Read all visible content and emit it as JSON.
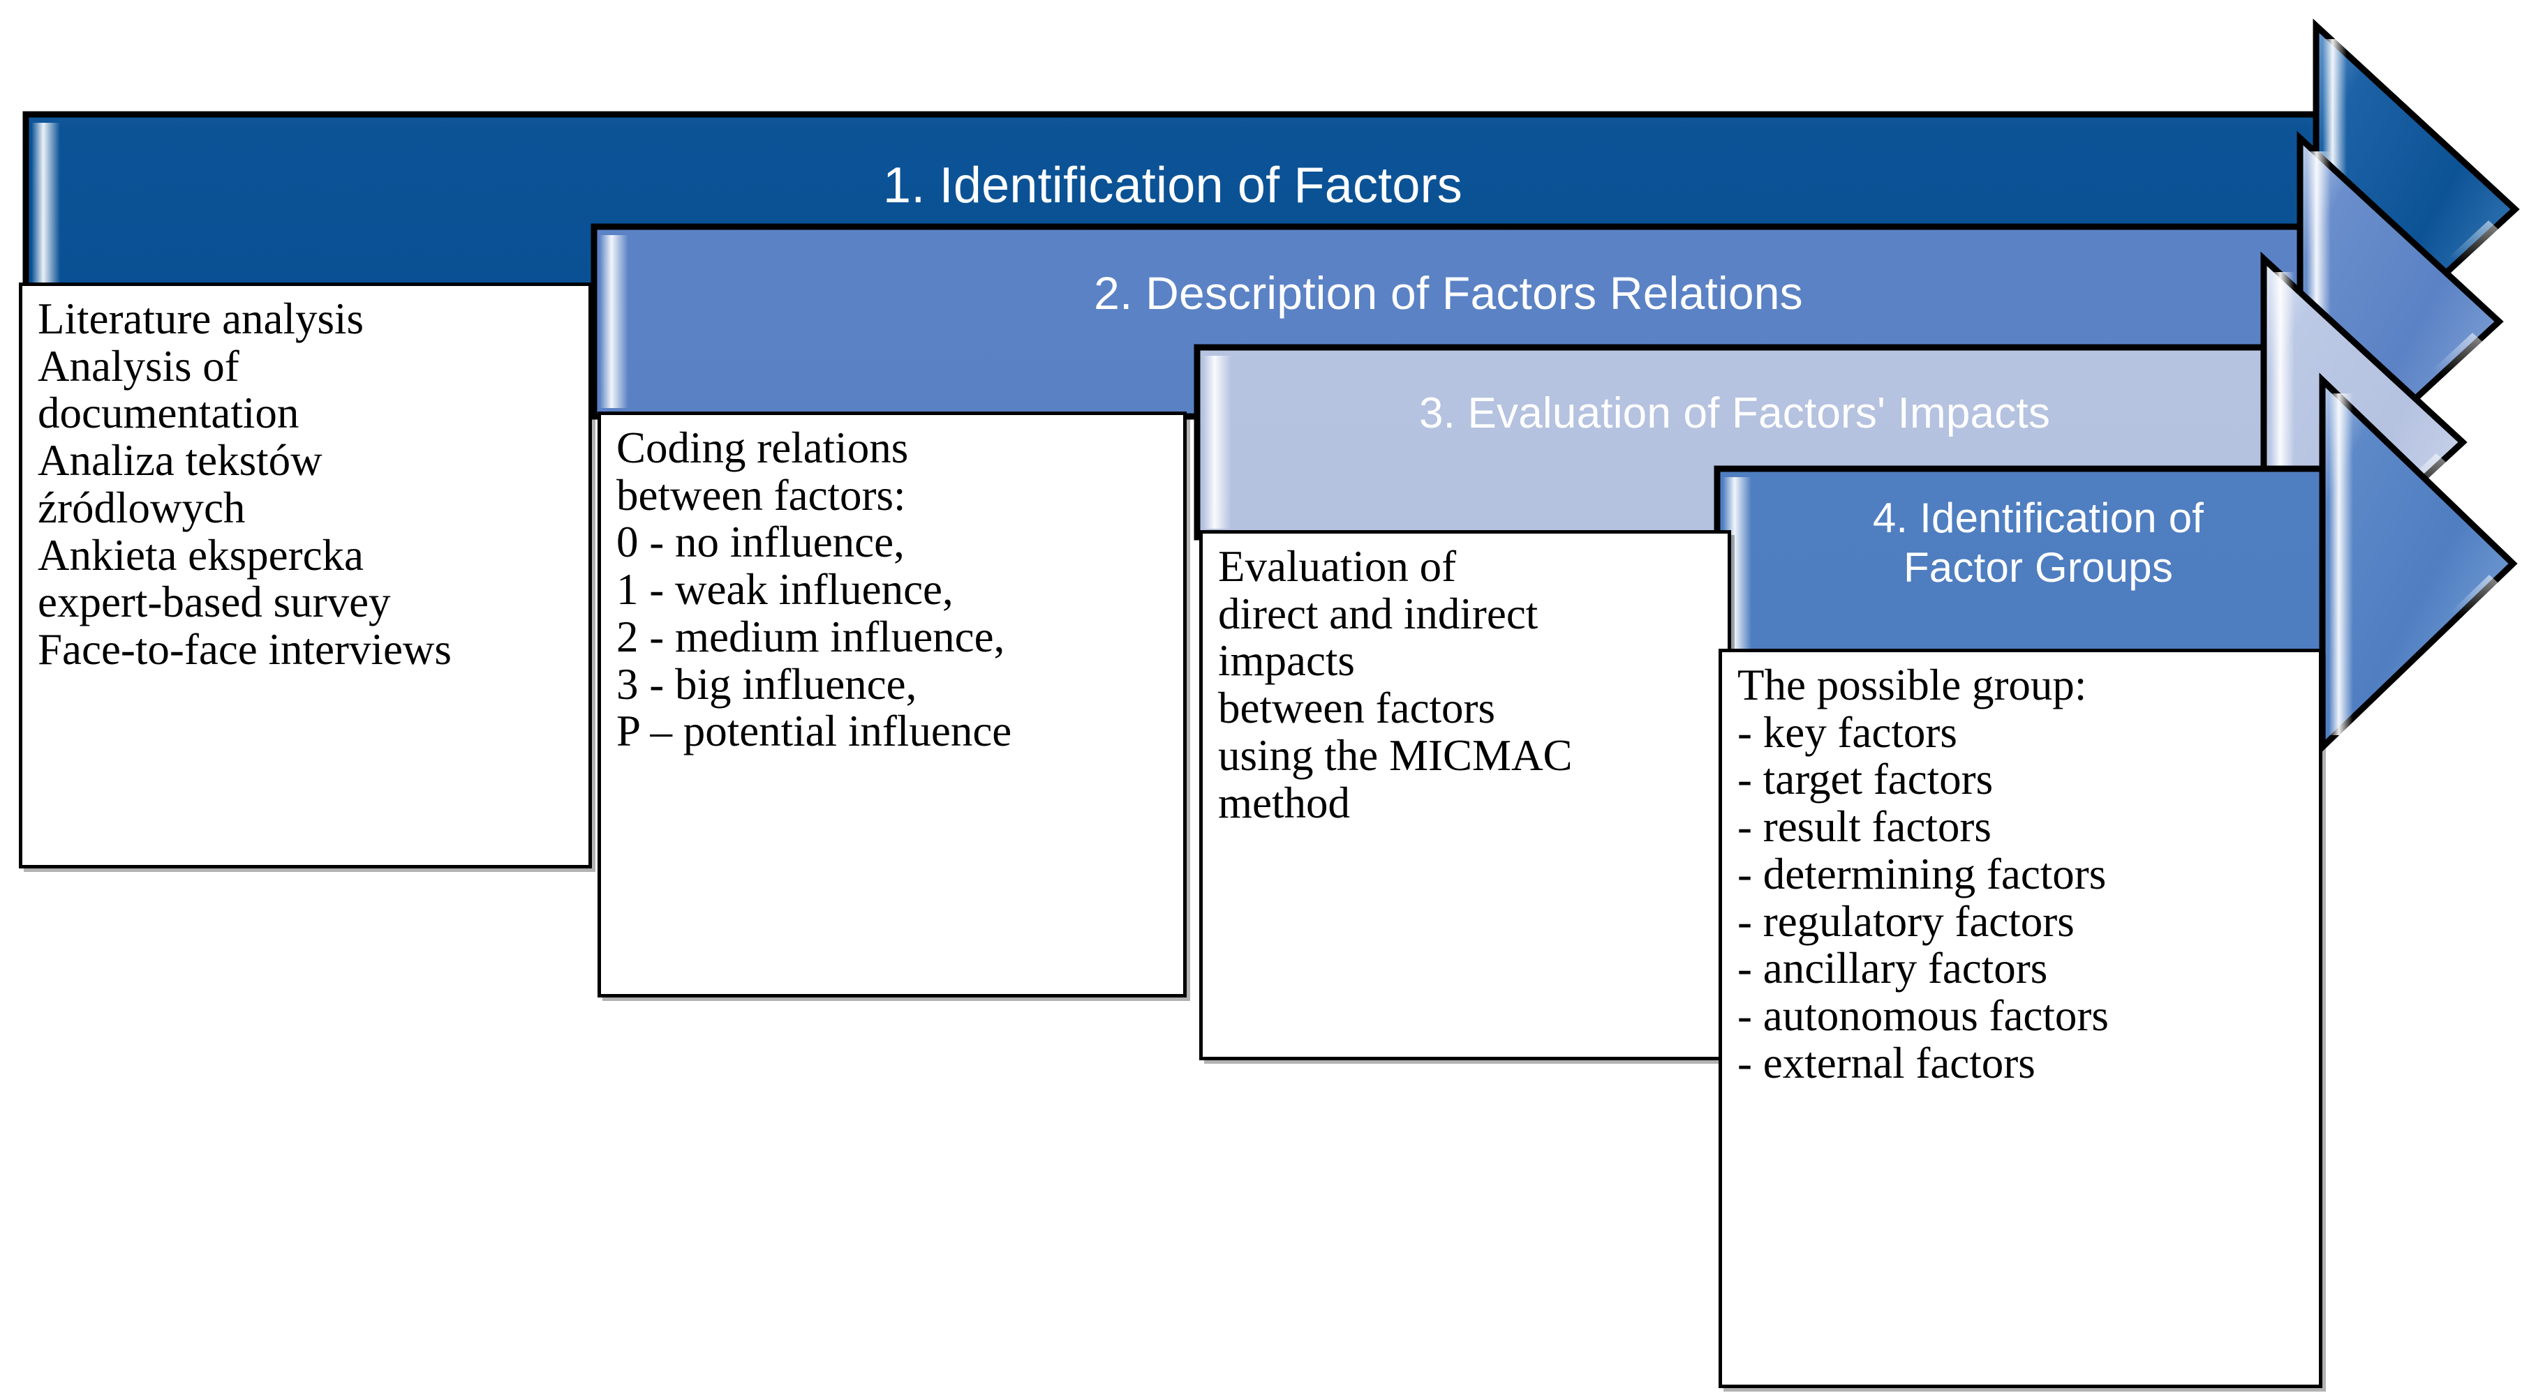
{
  "diagram": {
    "title": "Research procedure stages",
    "type": "chevron-process-flow",
    "stage_count": 4,
    "colors": {
      "stage1_fill": "#0c5396",
      "stage2_fill": "#5b82c5",
      "stage3_fill": "#b5c2e0",
      "stage4_fill": "#4f7ec1",
      "outline": "#000000",
      "box_background": "#ffffff",
      "title_text": "#ffffff",
      "body_text": "#000000"
    },
    "stages": [
      {
        "number": "1",
        "title": "1. Identification of Factors",
        "body_lines": [
          "Literature analysis",
          "Analysis of",
          "documentation",
          "Analiza tekstów",
          "źródlowych",
          "Ankieta ekspercka",
          "expert-based survey",
          "Face-to-face interviews"
        ],
        "body_text": "Literature analysis\nAnalysis of\ndocumentation\nAnaliza tekstów\nźródlowych\nAnkieta ekspercka\nexpert-based survey\nFace-to-face interviews"
      },
      {
        "number": "2",
        "title": "2. Description of Factors Relations",
        "body_lines": [
          "Coding relations",
          "between factors:",
          "0 - no influence,",
          "1 - weak influence,",
          "2 - medium influence,",
          "3 - big influence,",
          "P – potential influence"
        ],
        "body_text": "Coding relations\nbetween factors:\n0 - no influence,\n1 - weak influence,\n2 - medium influence,\n3 - big influence,\nP – potential influence"
      },
      {
        "number": "3",
        "title": "3. Evaluation of Factors' Impacts",
        "body_lines": [
          "Evaluation of",
          "direct and indirect",
          "impacts",
          "between factors",
          "using the MICMAC",
          "method"
        ],
        "body_text": "Evaluation of\ndirect and indirect\nimpacts\nbetween factors\nusing the MICMAC\nmethod"
      },
      {
        "number": "4",
        "title": "4. Identification of\nFactor Groups",
        "body_lines": [
          "The possible group:",
          "- key factors",
          "- target factors",
          "- result factors",
          "- determining factors",
          "- regulatory factors",
          "- ancillary factors",
          "- autonomous factors",
          "- external factors"
        ],
        "body_text": "The possible group:\n- key factors\n- target factors\n- result factors\n- determining factors\n- regulatory factors\n- ancillary factors\n- autonomous factors\n- external factors"
      }
    ]
  }
}
